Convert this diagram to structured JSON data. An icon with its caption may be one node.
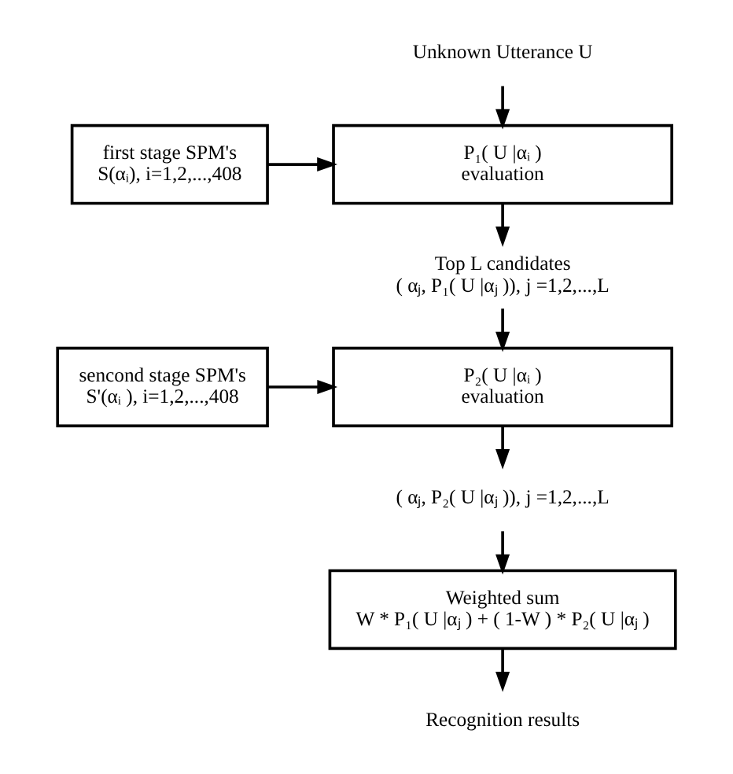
{
  "diagram": {
    "nodes": [
      {
        "text": [
          "Unknown Utterance U"
        ]
      },
      {
        "text": [
          "first stage SPM's",
          "S(αᵢ), i=1,2,...,408"
        ]
      },
      {
        "text": [
          "P₁( U |αᵢ )",
          "evaluation"
        ]
      },
      {
        "text": [
          "Top L candidates",
          "( αⱼ, P₁( U |αⱼ )), j =1,2,...,L"
        ]
      },
      {
        "text": [
          "sencond stage SPM's",
          "S'(αᵢ ), i=1,2,...,408"
        ]
      },
      {
        "text": [
          "P₂( U |αᵢ )",
          "evaluation"
        ]
      },
      {
        "text": [
          "( αⱼ, P₂( U |αⱼ )), j =1,2,...,L"
        ]
      },
      {
        "text": [
          "Weighted sum",
          "W * P₁( U |αⱼ ) + ( 1-W ) * P₂( U |αⱼ )"
        ]
      },
      {
        "text": [
          "Recognition results"
        ]
      }
    ],
    "edges": [
      {
        "from": 0,
        "to": 2,
        "arrow": "to"
      },
      {
        "from": 1,
        "to": 2,
        "arrow": "to"
      },
      {
        "from": 2,
        "to": 3,
        "arrow": "to"
      },
      {
        "from": 3,
        "to": 5,
        "arrow": "to"
      },
      {
        "from": 4,
        "to": 5,
        "arrow": "to"
      },
      {
        "from": 5,
        "to": 6,
        "arrow": "to"
      },
      {
        "from": 6,
        "to": 7,
        "arrow": "to"
      },
      {
        "from": 7,
        "to": 8,
        "arrow": "to"
      }
    ]
  }
}
